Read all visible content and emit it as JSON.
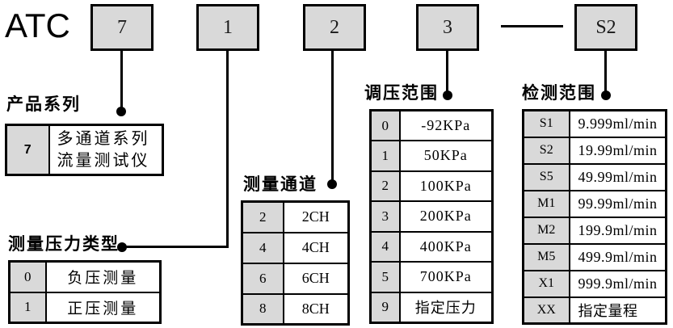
{
  "colors": {
    "box_fill": "#d9d9d9",
    "line": "#000000",
    "background": "#ffffff"
  },
  "code": {
    "prefix": "ATC",
    "boxes": [
      "7",
      "1",
      "2",
      "3",
      "S2"
    ]
  },
  "sections": {
    "product_series": {
      "title": "产品系列",
      "rows": [
        {
          "key": "7",
          "value": "多通道系列\n流量测试仪"
        }
      ]
    },
    "pressure_type": {
      "title": "测量压力类型",
      "rows": [
        {
          "key": "0",
          "value": "负压测量"
        },
        {
          "key": "1",
          "value": "正压测量"
        }
      ]
    },
    "channels": {
      "title": "测量通道",
      "rows": [
        {
          "key": "2",
          "value": "2CH"
        },
        {
          "key": "4",
          "value": "4CH"
        },
        {
          "key": "6",
          "value": "6CH"
        },
        {
          "key": "8",
          "value": "8CH"
        }
      ]
    },
    "pressure_range": {
      "title": "调压范围",
      "rows": [
        {
          "key": "0",
          "value": "-92KPa"
        },
        {
          "key": "1",
          "value": "50KPa"
        },
        {
          "key": "2",
          "value": "100KPa"
        },
        {
          "key": "3",
          "value": "200KPa"
        },
        {
          "key": "4",
          "value": "400KPa"
        },
        {
          "key": "5",
          "value": "700KPa"
        },
        {
          "key": "9",
          "value": "指定压力"
        }
      ]
    },
    "detection_range": {
      "title": "检测范围",
      "rows": [
        {
          "key": "S1",
          "value": "9.999ml/min"
        },
        {
          "key": "S2",
          "value": "19.99ml/min"
        },
        {
          "key": "S5",
          "value": "49.99ml/min"
        },
        {
          "key": "M1",
          "value": "99.99ml/min"
        },
        {
          "key": "M2",
          "value": "199.9ml/min"
        },
        {
          "key": "M5",
          "value": "499.9ml/min"
        },
        {
          "key": "X1",
          "value": "999.9ml/min"
        },
        {
          "key": "XX",
          "value": "指定量程"
        }
      ]
    }
  }
}
